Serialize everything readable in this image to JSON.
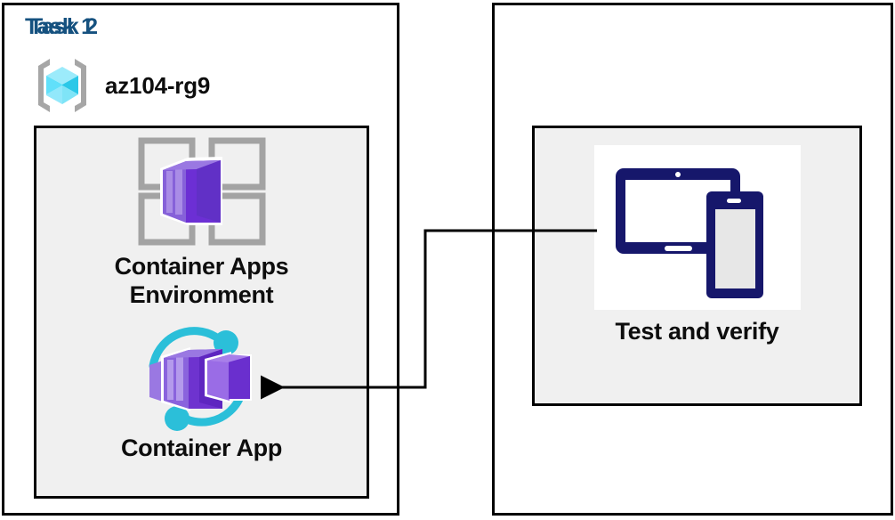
{
  "diagram": {
    "title_color": "#15517f",
    "panel_border_color": "#000000",
    "inner_panel_fill": "#f0f0f0",
    "connector_color": "#000000"
  },
  "task1": {
    "title": "Task 1",
    "resource_group": {
      "icon": "azure-resource-group-icon",
      "name": "az104-rg9"
    },
    "nodes": [
      {
        "icon": "container-apps-environment-icon",
        "label": "Container Apps\nEnvironment"
      },
      {
        "icon": "container-app-icon",
        "label": "Container App"
      }
    ]
  },
  "task2": {
    "title": "Task 2",
    "nodes": [
      {
        "icon": "devices-test-icon",
        "label": "Test and verify"
      }
    ]
  },
  "connector": {
    "from": "Test and verify",
    "to": "Container App",
    "direction": "right-to-left",
    "arrow_head": "left"
  }
}
